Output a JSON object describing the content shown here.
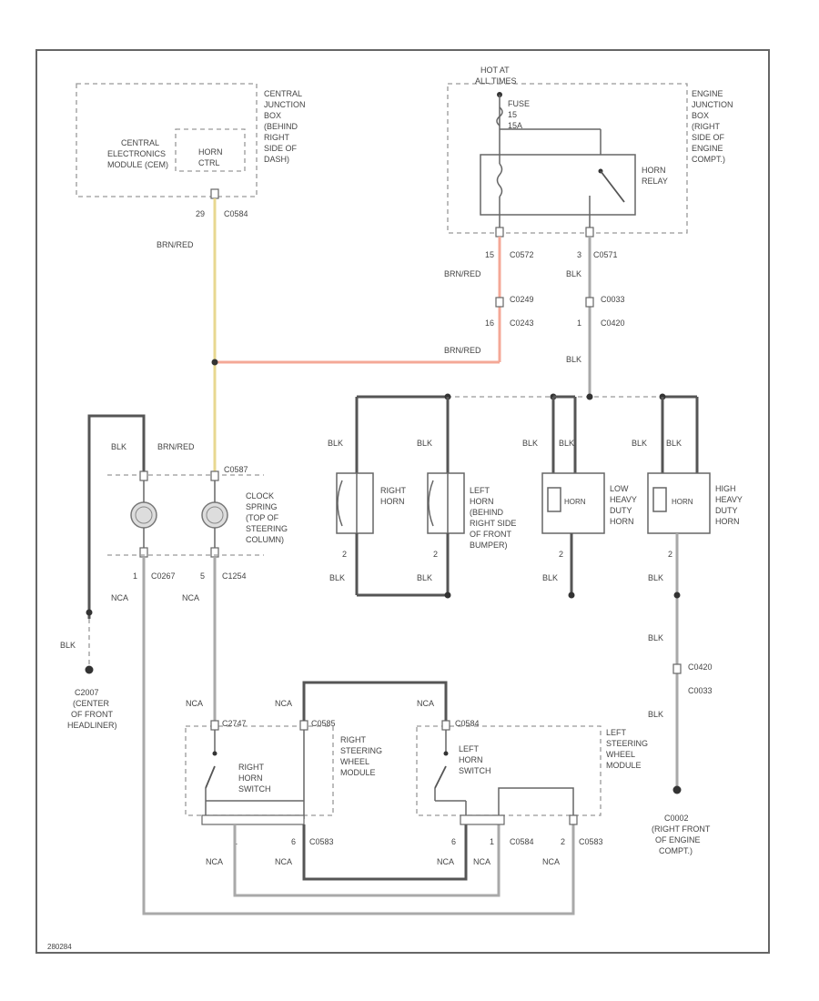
{
  "central_junction": {
    "lines": [
      "CENTRAL",
      "JUNCTION",
      "BOX",
      "(BEHIND",
      "RIGHT",
      "SIDE OF",
      "DASH)"
    ]
  },
  "central_module": {
    "lines": [
      "CENTRAL",
      "ELECTRONICS",
      "MODULE (CEM)"
    ]
  },
  "horn_ctrl": {
    "lines": [
      "HORN",
      "CTRL"
    ]
  },
  "conn_c0584": {
    "pin": "29",
    "id": "C0584"
  },
  "hot_at": {
    "lines": [
      "HOT AT",
      "ALL TIMES"
    ]
  },
  "fuse": {
    "lines": [
      "FUSE",
      "15",
      "15A"
    ]
  },
  "engine_junction": {
    "lines": [
      "ENGINE",
      "JUNCTION",
      "BOX",
      "(RIGHT",
      "SIDE OF",
      "ENGINE",
      "COMPT.)"
    ]
  },
  "horn_relay": {
    "lines": [
      "HORN",
      "RELAY"
    ]
  },
  "conn_c0572": {
    "pin": "15",
    "id": "C0572"
  },
  "conn_c0571": {
    "pin": "3",
    "id": "C0571"
  },
  "conn_c0249": {
    "id": "C0249"
  },
  "conn_c0243": {
    "pin": "16",
    "id": "C0243"
  },
  "conn_c0033": {
    "id": "C0033"
  },
  "conn_c0420": {
    "pin": "1",
    "id": "C0420"
  },
  "wires": {
    "brn_red": "BRN/RED",
    "blk": "BLK",
    "nca": "NCA"
  },
  "clock_spring": {
    "lines": [
      "CLOCK",
      "SPRING",
      "(TOP OF",
      "STEERING",
      "COLUMN)"
    ]
  },
  "conn_c0587": {
    "id": "C0587"
  },
  "conn_c0267": {
    "pin": "1",
    "id": "C0267"
  },
  "conn_c1254": {
    "pin": "5",
    "id": "C1254"
  },
  "right_horn": {
    "lines": [
      "RIGHT",
      "HORN"
    ],
    "pin": "2"
  },
  "left_horn": {
    "lines": [
      "LEFT",
      "HORN",
      "(BEHIND",
      "RIGHT SIDE",
      "OF FRONT",
      "BUMPER)"
    ],
    "pin": "2"
  },
  "low_horn": {
    "inner": "HORN",
    "lines": [
      "LOW",
      "HEAVY",
      "DUTY",
      "HORN"
    ],
    "pin": "2"
  },
  "high_horn": {
    "inner": "HORN",
    "lines": [
      "HIGH",
      "HEAVY",
      "DUTY",
      "HORN"
    ],
    "pin": "2"
  },
  "ground_c2007": {
    "lines": [
      "C2007",
      "(CENTER",
      "OF FRONT",
      "HEADLINER)"
    ]
  },
  "ground_c0002": {
    "lines": [
      "C0002",
      "(RIGHT FRONT",
      "OF ENGINE",
      "COMPT.)"
    ]
  },
  "conn_c0420b": {
    "id": "C0420"
  },
  "conn_c0033b": {
    "id": "C0033"
  },
  "right_wheel_module": {
    "lines": [
      "RIGHT",
      "STEERING",
      "WHEEL",
      "MODULE"
    ]
  },
  "left_wheel_module": {
    "lines": [
      "LEFT",
      "STEERING",
      "WHEEL",
      "MODULE"
    ]
  },
  "right_switch": {
    "lines": [
      "RIGHT",
      "HORN",
      "SWITCH"
    ]
  },
  "left_switch": {
    "lines": [
      "LEFT",
      "HORN",
      "SWITCH"
    ]
  },
  "conn_c2747": {
    "id": "C2747"
  },
  "conn_c0585": {
    "id": "C0585"
  },
  "conn_c0584b": {
    "id": "C0584"
  },
  "conn_c0583": {
    "pin1": "1",
    "pin6": "6",
    "id": "C0583"
  },
  "conn_c0584c": {
    "pin6": "6",
    "pin1": "1",
    "id": "C0584"
  },
  "conn_c0583b": {
    "pin": "2",
    "id": "C0583"
  },
  "footer": {
    "code": "280284"
  }
}
